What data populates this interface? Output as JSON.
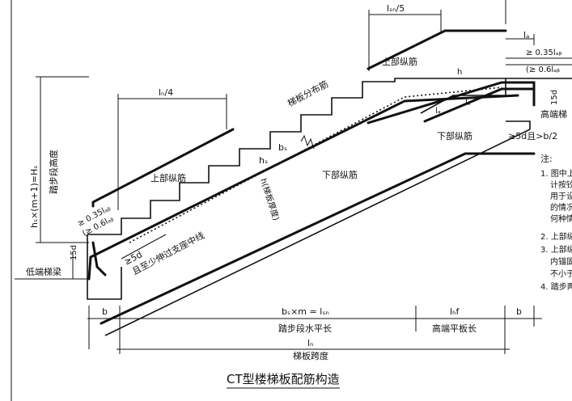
{
  "title": "CT型楼梯板配筋构造",
  "labels": {
    "ln4_top": "lₙ/4",
    "lsn5": "lₛₙ/5",
    "la_top": "lₐ",
    "anchor_top_1": "≥ 0.35lₐᵦ",
    "anchor_top_2": "(≥ 0.6lₐᵦ",
    "upper_bar_right": "上部纵筋",
    "high_beam": "高端梯",
    "five_d_b2": "≥5d且>b/2",
    "lower_bar_right": "下部纵筋",
    "la_lower": "lₐ",
    "ls_lower": "lₛ",
    "h_label": "h",
    "dist_bars": "梯板分布筋",
    "bs_label": "bₛ",
    "hs_label": "hₛ",
    "thickness": "h(梯板厚度)",
    "lower_bar_mid": "下部纵筋",
    "upper_bar_left": "上部纵筋",
    "anchor_left_1": "≥ 0.35lₐᵦ",
    "anchor_left_2": "(≥ 0.6lₐᵦ",
    "five_d_left": "≥5d",
    "five_d_left_2": "且至少伸过支座中线",
    "d15": "15d",
    "low_beam": "低端梯梁",
    "height_formula": "hₛ×(m+1)=Hₛ",
    "height_name": "踏步段高度",
    "dim_b_left": "b",
    "dim_bsm": "bₛ×m = lₛₙ",
    "dim_bsm_name": "踏步段水平长",
    "dim_lhf": "lₕf",
    "dim_lhf_name": "高端平板长",
    "dim_b_right": "b",
    "dim_ln": "lₙ",
    "dim_ln_name": "梯板跨度",
    "d15_right": "15d"
  },
  "notes": {
    "heading": "注:",
    "lines": [
      "1. 图中上",
      "计按铰",
      "用于设",
      "的情况",
      "何种情",
      "2. 上部纵",
      "3. 上部纵",
      "内锚固",
      "不小于",
      "4. 踏步两"
    ]
  }
}
